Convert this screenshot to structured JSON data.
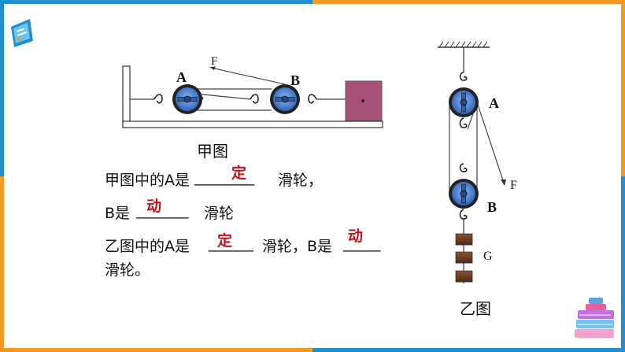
{
  "figure_jia": {
    "caption": "甲图",
    "label_a": "A",
    "label_b": "B",
    "label_force": "F"
  },
  "figure_yi": {
    "caption": "乙图",
    "label_a": "A",
    "label_b": "B",
    "label_force": "F",
    "label_weight": "G"
  },
  "questions": {
    "q1_part1": "甲图中的A是",
    "q1_blank": "________",
    "q1_answer": "定",
    "q1_part2": "滑轮，",
    "q2_part1": "B是",
    "q2_blank": "_______",
    "q2_answer": "动",
    "q2_part2": "滑轮",
    "q3_part1": "乙图中的A是",
    "q3_blank": "______",
    "q3_answer": "定",
    "q3_part2": "滑轮，B是",
    "q3_blank2": "_____",
    "q3_answer2": "动",
    "q3_part3": "滑轮。"
  },
  "colors": {
    "frame_blue": "#1f8fce",
    "frame_orange": "#f39a1e",
    "pulley_blue": "#4a7ecf",
    "block_purple": "#a8527a",
    "weight_brown": "#6b3b22",
    "answer_red": "#c0141a"
  }
}
